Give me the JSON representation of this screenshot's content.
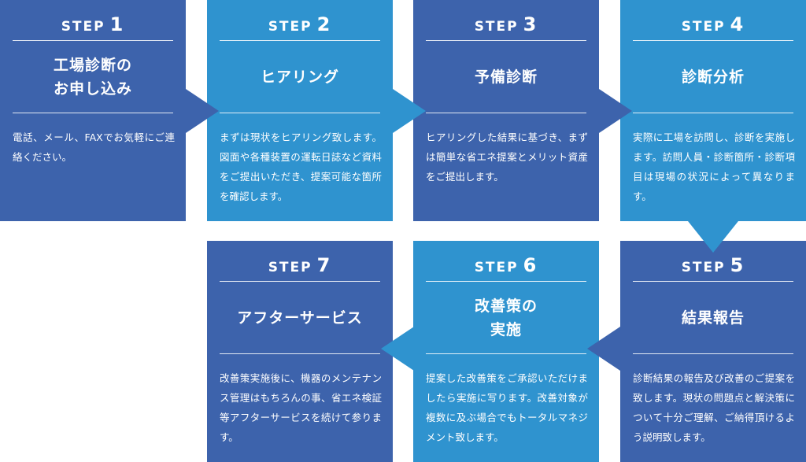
{
  "colors": {
    "dark_blue": "#3d63ac",
    "light_blue": "#2f93cf",
    "text": "#ffffff"
  },
  "steps": [
    {
      "label": "STEP",
      "number": "1",
      "title": "工場診断の\nお申し込み",
      "body": "電話、メール、FAXでお気軽にご連絡ください。"
    },
    {
      "label": "STEP",
      "number": "2",
      "title": "ヒアリング",
      "body": "まずは現状をヒアリング致します。図面や各種装置の運転日誌など資料をご提出いただき、提案可能な箇所を確認します。"
    },
    {
      "label": "STEP",
      "number": "3",
      "title": "予備診断",
      "body": "ヒアリングした結果に基づき、まずは簡単な省エネ提案とメリット資産をご提出します。"
    },
    {
      "label": "STEP",
      "number": "4",
      "title": "診断分析",
      "body": "実際に工場を訪問し、診断を実施します。訪問人員・診断箇所・診断項目は現場の状況によって異なります。"
    },
    {
      "label": "STEP",
      "number": "5",
      "title": "結果報告",
      "body": "診断結果の報告及び改善のご提案を致します。現状の問題点と解決策について十分ご理解、ご納得頂けるよう説明致します。"
    },
    {
      "label": "STEP",
      "number": "6",
      "title": "改善策の\n実施",
      "body": "提案した改善策をご承認いただけましたら実施に写ります。改善対象が複数に及ぶ場合でもトータルマネジメント致します。"
    },
    {
      "label": "STEP",
      "number": "7",
      "title": "アフターサービス",
      "body": "改善策実施後に、機器のメンテナンス管理はもちろんの事、省エネ検証等アフターサービスを続けて参ります。"
    }
  ]
}
